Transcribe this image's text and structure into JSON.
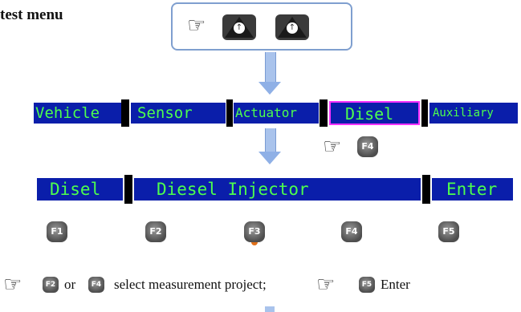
{
  "title": "test menu",
  "menu_bar": {
    "items": [
      "Vehicle",
      "Sensor",
      "Actuator",
      "Disel",
      "Auxiliary"
    ],
    "selected": "Disel"
  },
  "sub_bar": {
    "left": "Disel",
    "center": "Diesel Injector",
    "right": "Enter"
  },
  "keys": {
    "f1": "F1",
    "f2": "F2",
    "f3": "F3",
    "f4": "F4",
    "f5": "F5",
    "up_glyph": "↑"
  },
  "instruction": {
    "or": "or",
    "select": "select measurement project;",
    "enter": "Enter"
  },
  "colors": {
    "bar_bg": "#0a1eaa",
    "bar_text": "#4dff4d",
    "selected_border": "#ff33ff",
    "arrow": "#a9c3ec"
  }
}
